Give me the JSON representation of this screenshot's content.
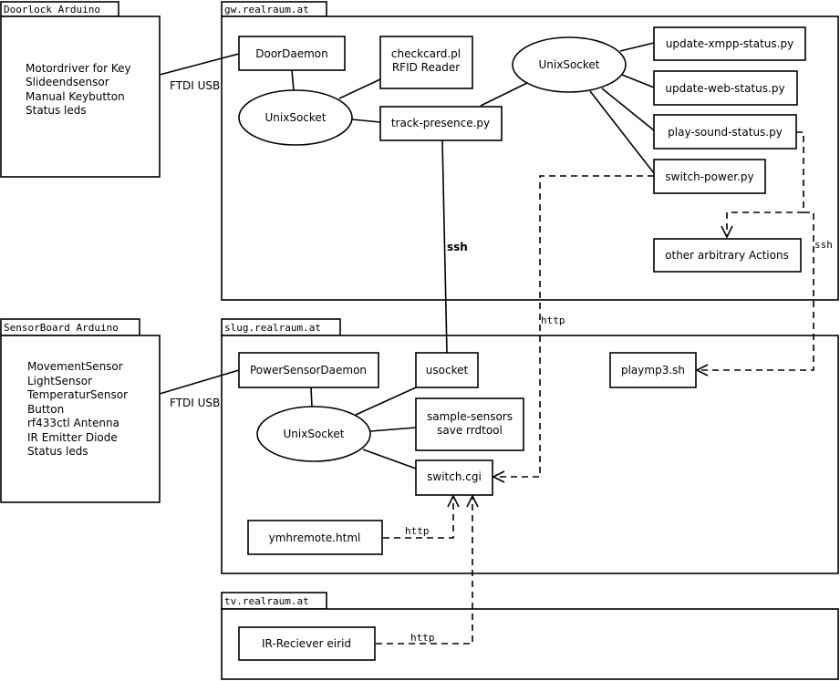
{
  "packages": {
    "doorlock": {
      "title": "Doorlock Arduino",
      "lines": [
        "Motordriver for Key",
        "Slideendsensor",
        "Manual Keybutton",
        "Status leds"
      ]
    },
    "sensorboard": {
      "title": "SensorBoard Arduino",
      "lines": [
        "MovementSensor",
        "LightSensor",
        "TemperaturSensor",
        "Button",
        "rf433ctl Antenna",
        "IR Emitter Diode",
        "Status leds"
      ]
    },
    "gw": {
      "title": "gw.realraum.at"
    },
    "slug": {
      "title": "slug.realraum.at"
    },
    "tv": {
      "title": "tv.realraum.at"
    }
  },
  "nodes": {
    "door_daemon": "DoorDaemon",
    "checkcard_line1": "checkcard.pl",
    "checkcard_line2": "RFID Reader",
    "unixsocket_gw_left": "UnixSocket",
    "unixsocket_gw_right": "UnixSocket",
    "track_presence": "track-presence.py",
    "update_xmpp": "update-xmpp-status.py",
    "update_web": "update-web-status.py",
    "play_sound": "play-sound-status.py",
    "switch_power": "switch-power.py",
    "other_actions": "other arbitrary Actions",
    "power_sensor_daemon": "PowerSensorDaemon",
    "usocket": "usocket",
    "unixsocket_slug": "UnixSocket",
    "sample_sensors_line1": "sample-sensors",
    "sample_sensors_line2": "save rrdtool",
    "switch_cgi": "switch.cgi",
    "playmp3": "playmp3.sh",
    "ymhremote": "ymhremote.html",
    "ir_receiver": "IR-Reciever eirid"
  },
  "edge_labels": {
    "ftdi_usb_top": "FTDI USB",
    "ftdi_usb_bottom": "FTDI USB",
    "ssh_main": "ssh",
    "ssh_side": "ssh",
    "http_switch": "http",
    "http_ymh": "http",
    "http_tv": "http"
  }
}
